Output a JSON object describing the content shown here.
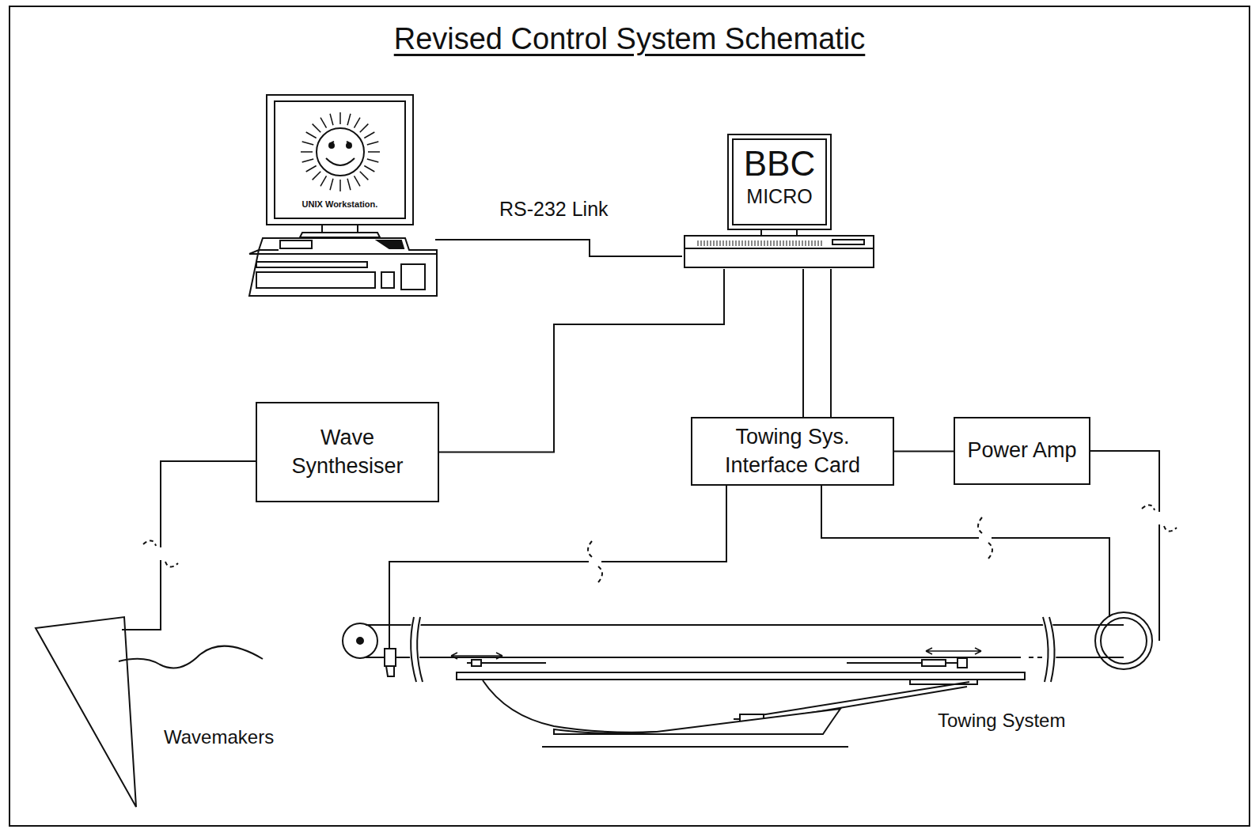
{
  "diagram": {
    "title": "Revised Control System Schematic",
    "nodes": [
      {
        "text": [
          "UNIX Workstation."
        ]
      },
      {
        "text": [
          "BBC",
          "MICRO"
        ]
      },
      {
        "text": [
          "Wave Synthesiser"
        ]
      },
      {
        "text": [
          "Towing Sys. Interface Card"
        ]
      },
      {
        "text": [
          "Power Amp"
        ]
      },
      {
        "text": [
          "Wavemakers"
        ]
      },
      {
        "text": [
          "Towing System"
        ]
      }
    ],
    "edges": [
      {
        "from": 0,
        "to": 1,
        "label": "RS-232 Link",
        "arrow": "none"
      },
      {
        "from": 1,
        "to": 2,
        "arrow": "none"
      },
      {
        "from": 1,
        "to": 3,
        "arrow": "none"
      },
      {
        "from": 2,
        "to": 5,
        "arrow": "none"
      },
      {
        "from": 3,
        "to": 4,
        "arrow": "none"
      },
      {
        "from": 3,
        "to": 6,
        "arrow": "none"
      },
      {
        "from": 3,
        "to": 6,
        "arrow": "none"
      },
      {
        "from": 4,
        "to": 6,
        "arrow": "none"
      }
    ]
  }
}
